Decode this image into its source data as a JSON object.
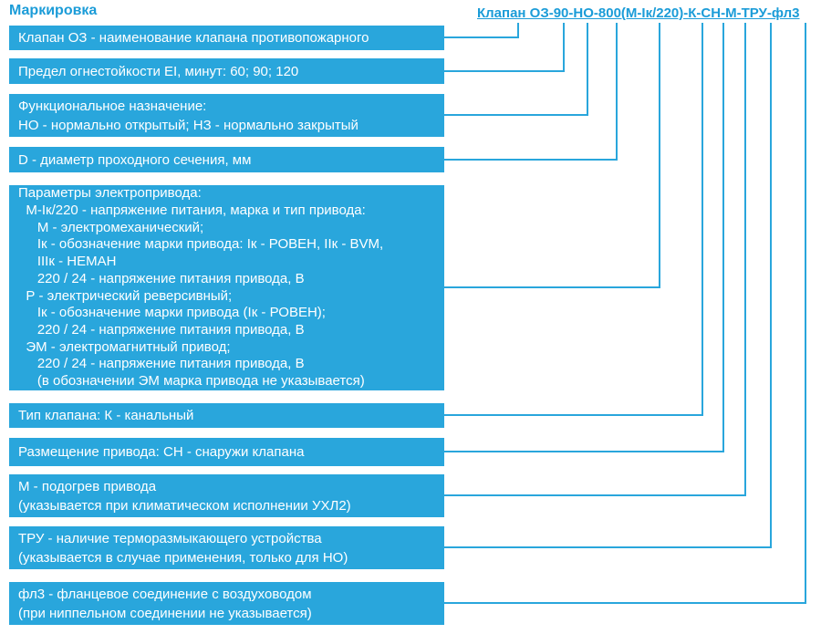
{
  "page": {
    "title": "Маркировка"
  },
  "formula": {
    "full": "Клапан ОЗ-90-НО-800(М-Iк/220)-К-СН-М-ТРУ-фл3"
  },
  "colors": {
    "accent": "#1b9cd8",
    "box_fill": "#29a6dc",
    "box_text": "#ffffff",
    "line": "#29a6dc"
  },
  "boxes": [
    {
      "name": "valve-name",
      "text": "Клапан ОЗ - наименование клапана противопожарного"
    },
    {
      "name": "fire-resistance-limit",
      "text": "Предел огнестойкости EI, минут: 60; 90; 120"
    },
    {
      "name": "functional-purpose",
      "text": "Функциональное назначение:\nНО - нормально открытый; НЗ - нормально закрытый"
    },
    {
      "name": "diameter",
      "text": "D - диаметр проходного сечения, мм"
    },
    {
      "name": "drive-parameters",
      "text": "Параметры электропривода:\n  М-Iк/220 - напряжение питания, марка и тип привода:\n     М - электромеханический;\n     Iк - обозначение марки привода: Iк - РОВЕН, IIк - BVM,\n     IIIк - НЕМАН\n     220 / 24 - напряжение питания привода, В\n  Р - электрический реверсивный;\n     Iк - обозначение марки привода (Iк - РОВЕН);\n     220 / 24 - напряжение питания привода, В\n  ЭМ - электромагнитный привод;\n     220 / 24 - напряжение питания привода, В\n     (в обозначении ЭМ марка привода не указывается)"
    },
    {
      "name": "valve-type",
      "text": "Тип клапана: К - канальный"
    },
    {
      "name": "drive-placement",
      "text": "Размещение привода: СН - снаружи клапана"
    },
    {
      "name": "drive-heating",
      "text": "М - подогрев привода\n(указывается при климатическом исполнении УХЛ2)"
    },
    {
      "name": "thermal-release-device",
      "text": "ТРУ - наличие терморазмыкающего устройства\n(указывается в случае применения, только для НО)"
    },
    {
      "name": "flange-connection",
      "text": "фл3 - фланцевое соединение с воздуховодом\n(при ниппельном соединении не указывается)"
    }
  ]
}
